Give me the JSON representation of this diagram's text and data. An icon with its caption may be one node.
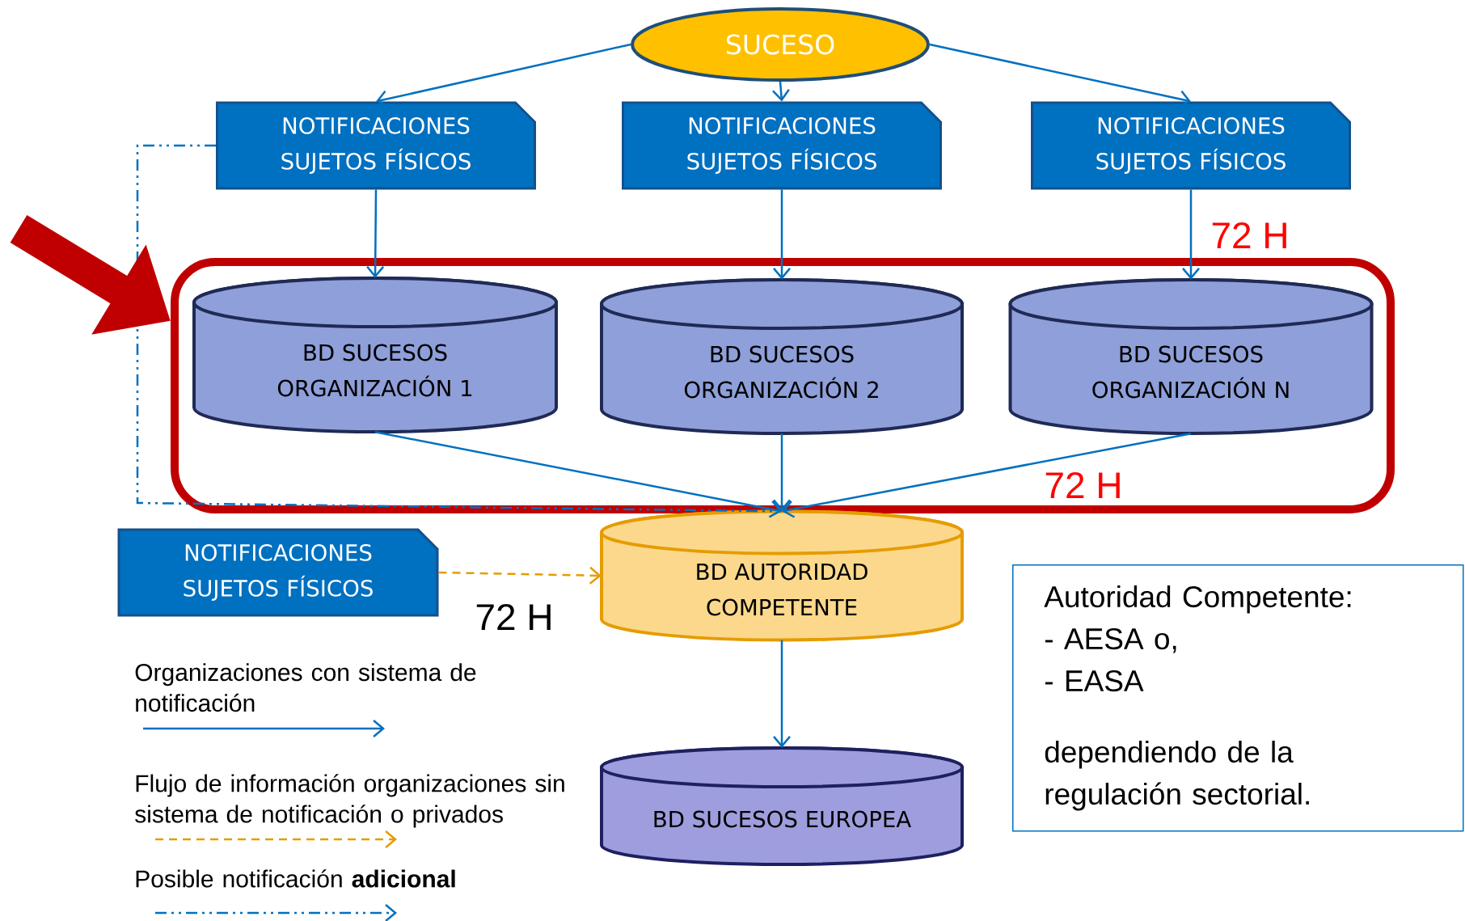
{
  "diagram": {
    "nodes": [
      {
        "text": [
          "SUCESO"
        ]
      },
      {
        "text": [
          "NOTIFICACIONES SUJETOS FÍSICOS"
        ]
      },
      {
        "text": [
          "NOTIFICACIONES SUJETOS FÍSICOS"
        ]
      },
      {
        "text": [
          "NOTIFICACIONES SUJETOS FÍSICOS"
        ]
      },
      {
        "text": [],
        "shape": "box"
      },
      {
        "text": [
          "BD SUCESOS ORGANIZACIÓN 1"
        ],
        "in": 4
      },
      {
        "text": [
          "BD SUCESOS ORGANIZACIÓN 2"
        ],
        "in": 4
      },
      {
        "text": [
          "BD SUCESOS ORGANIZACIÓN N"
        ],
        "in": 4
      },
      {
        "text": [
          "NOTIFICACIONES SUJETOS FÍSICOS"
        ]
      },
      {
        "text": [
          "BD AUTORIDAD COMPETENTE"
        ]
      },
      {
        "text": [
          "BD SUCESOS EUROPEA"
        ]
      },
      {
        "text": [
          "Autoridad Competente:",
          "- AESA o,",
          "- EASA",
          "dependiendo de la regulación sectorial."
        ]
      }
    ],
    "edges": [
      {
        "from": 0,
        "to": 1,
        "arrow": "to"
      },
      {
        "from": 0,
        "to": 2,
        "arrow": "to"
      },
      {
        "from": 0,
        "to": 3,
        "arrow": "to"
      },
      {
        "from": 1,
        "to": 5,
        "arrow": "to"
      },
      {
        "from": 2,
        "to": 6,
        "arrow": "to"
      },
      {
        "from": 3,
        "to": 7,
        "arrow": "to"
      },
      {
        "from": 5,
        "to": 9,
        "arrow": "to"
      },
      {
        "from": 6,
        "to": 9,
        "arrow": "to"
      },
      {
        "from": 7,
        "to": 9,
        "arrow": "to"
      },
      {
        "from": 8,
        "to": 9,
        "arrow": "to",
        "style": "dashed",
        "color": "#e59c00"
      },
      {
        "from": 1,
        "to": 9,
        "arrow": "none",
        "style": "dashed"
      },
      {
        "from": 9,
        "to": 10,
        "arrow": "to"
      },
      {
        "from": null,
        "to": 4,
        "arrow": "to",
        "style": "thick",
        "color": "#c00000"
      }
    ],
    "labels": [
      "72 H",
      "72 H",
      "72 H"
    ],
    "legend": [
      {
        "text": "Organizaciones con sistema de notificación"
      },
      {
        "text": "Flujo de información organizaciones sin sistema de notificación o privados"
      },
      {
        "text": "Posible notificación **adicional**"
      }
    ]
  }
}
